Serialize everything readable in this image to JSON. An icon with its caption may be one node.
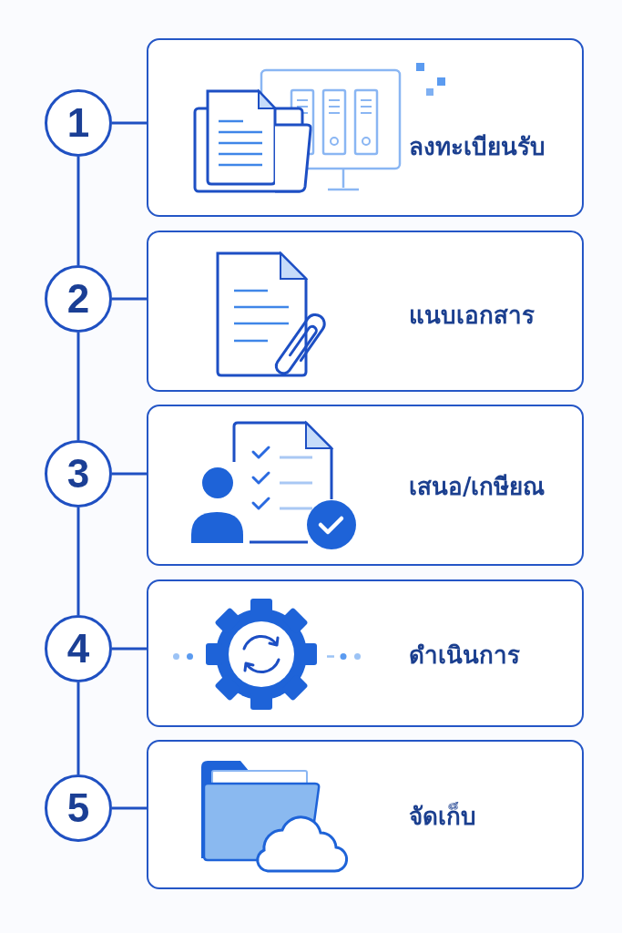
{
  "diagram": {
    "nodes": [
      {
        "text": [
          "1"
        ]
      },
      {
        "text": [
          "ลงทะเบียนรับ"
        ]
      },
      {
        "text": [
          "2"
        ]
      },
      {
        "text": [
          "แนบเอกสาร"
        ]
      },
      {
        "text": [
          "3"
        ]
      },
      {
        "text": [
          "เสนอ/เกษียณ"
        ]
      },
      {
        "text": [
          "4"
        ]
      },
      {
        "text": [
          "ดำเนินการ"
        ]
      },
      {
        "text": [
          "5"
        ]
      },
      {
        "text": [
          "จัดเก็บ"
        ]
      }
    ],
    "edges": [
      {
        "from": 0,
        "to": 1,
        "arrow": "none"
      },
      {
        "from": 0,
        "to": 2,
        "arrow": "none"
      },
      {
        "from": 2,
        "to": 3,
        "arrow": "none"
      },
      {
        "from": 2,
        "to": 4,
        "arrow": "none"
      },
      {
        "from": 4,
        "to": 5,
        "arrow": "none"
      },
      {
        "from": 4,
        "to": 6,
        "arrow": "none"
      },
      {
        "from": 6,
        "to": 7,
        "arrow": "none"
      },
      {
        "from": 6,
        "to": 8,
        "arrow": "none"
      },
      {
        "from": 8,
        "to": 9,
        "arrow": "none"
      }
    ]
  }
}
